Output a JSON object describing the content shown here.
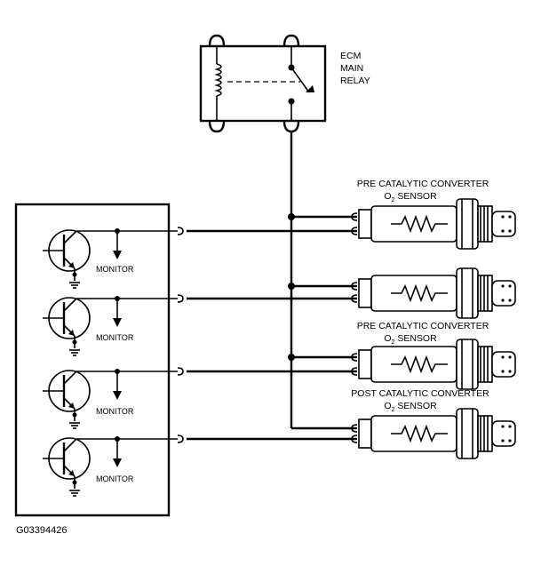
{
  "relay": {
    "line1": "ECM",
    "line2": "MAIN",
    "line3": "RELAY"
  },
  "sensors": [
    {
      "line1": "PRE CATALYTIC CONVERTER",
      "line2": "O",
      "sub": "2",
      "line2b": " SENSOR"
    },
    {
      "line1": "",
      "line2": "",
      "sub": "",
      "line2b": ""
    },
    {
      "line1": "PRE CATALYTIC CONVERTER",
      "line2": "O",
      "sub": "2",
      "line2b": " SENSOR"
    },
    {
      "line1": "POST CATALYTIC CONVERTER",
      "line2": "O",
      "sub": "2",
      "line2b": " SENSOR"
    }
  ],
  "monitor_label": "MONITOR",
  "figure_id": "G03394426"
}
